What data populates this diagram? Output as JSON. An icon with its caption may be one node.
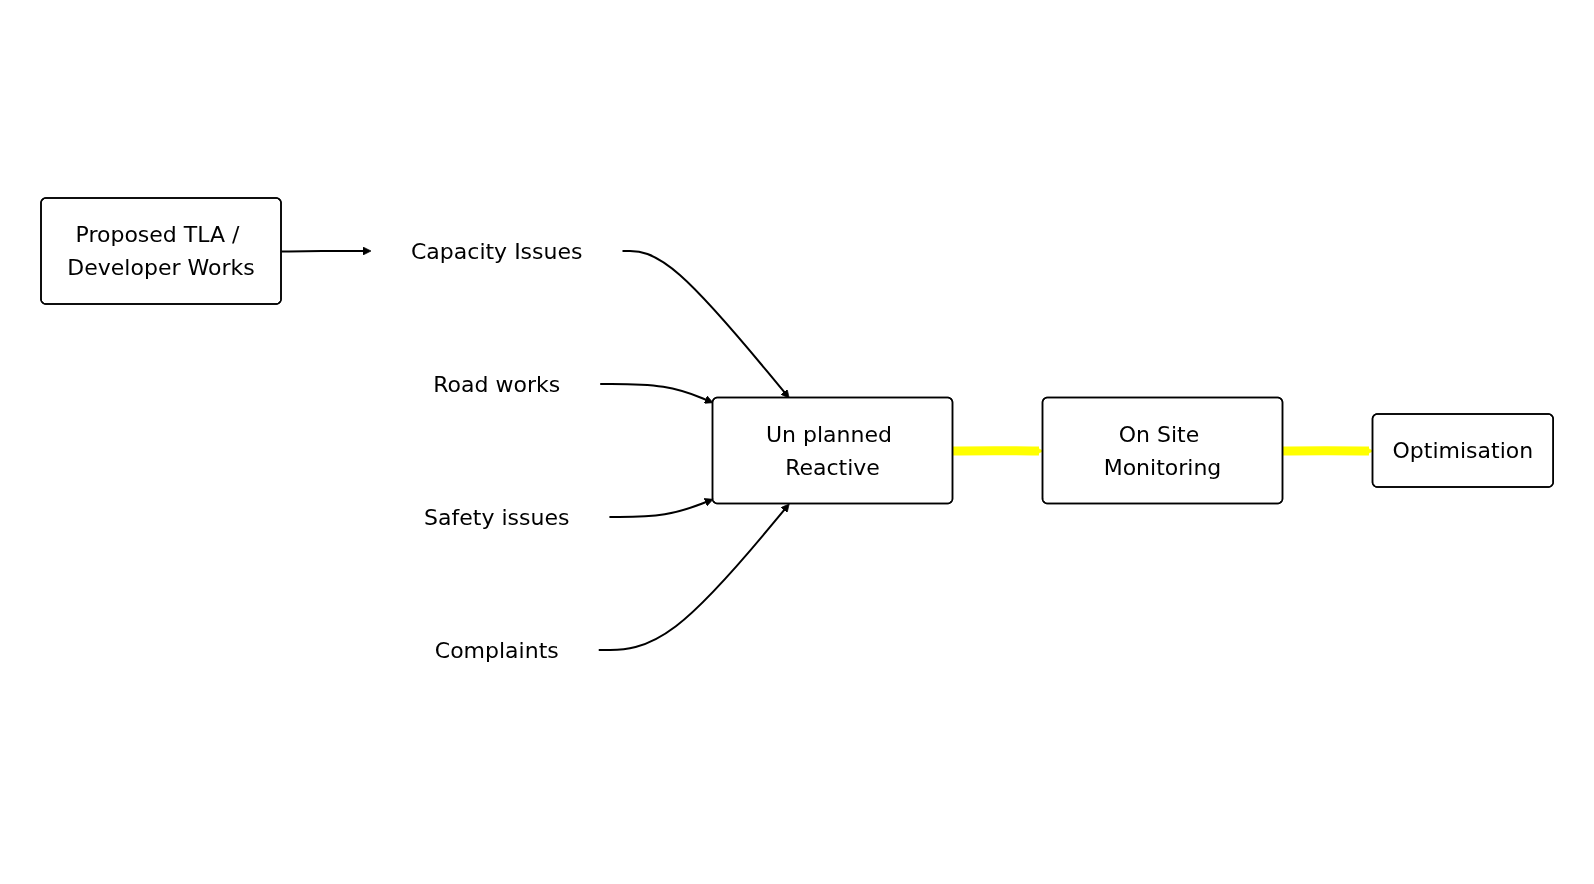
{
  "diagram": {
    "nodes": [
      {
        "text": [
          "Capacity Issues"
        ]
      },
      {
        "text": [
          "Proposed TLA / Developer Works"
        ]
      },
      {
        "text": [
          "Un planned Reactive"
        ]
      },
      {
        "text": [
          "On Site Monitoring"
        ]
      },
      {
        "text": [
          "Optimisation"
        ]
      },
      {
        "text": [
          "Road works"
        ]
      },
      {
        "text": [
          "Safety issues"
        ]
      },
      {
        "text": [
          "Complaints"
        ]
      }
    ],
    "edges": [
      {
        "from": 1,
        "to": 0,
        "arrow": "to"
      },
      {
        "from": 0,
        "to": 2,
        "arrow": "to"
      },
      {
        "from": 2,
        "to": 3,
        "arrow": "to",
        "style": "thick",
        "color": "#ffff00"
      },
      {
        "from": 3,
        "to": 4,
        "arrow": "to",
        "style": "thick",
        "color": "#ffff00"
      },
      {
        "from": 5,
        "to": 2,
        "arrow": "to"
      },
      {
        "from": 6,
        "to": 2,
        "arrow": "to"
      },
      {
        "from": 7,
        "to": 2,
        "arrow": "to"
      }
    ]
  }
}
